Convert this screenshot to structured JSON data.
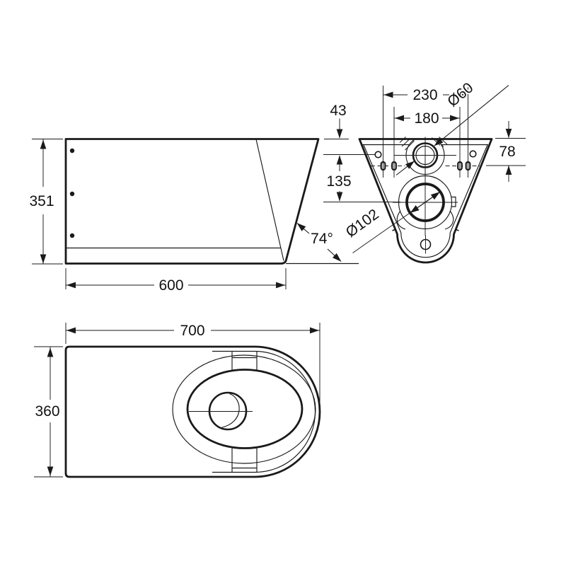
{
  "style": {
    "line_color": "#1a1a1a",
    "background": "#ffffff"
  },
  "views": {
    "side_elevation": {
      "height": "351",
      "depth": "600",
      "front_angle": "74°"
    },
    "rear_elevation": {
      "fixing_centres_outer": "230",
      "fixing_centres_inner": "180",
      "top_to_fixing_holes": "43",
      "top_to_fixing_slots": "78",
      "fixing_holes_to_outlet": "135",
      "inlet_diameter": "Ø60",
      "outlet_diameter": "Ø102"
    },
    "plan": {
      "length": "700",
      "width": "360"
    }
  }
}
